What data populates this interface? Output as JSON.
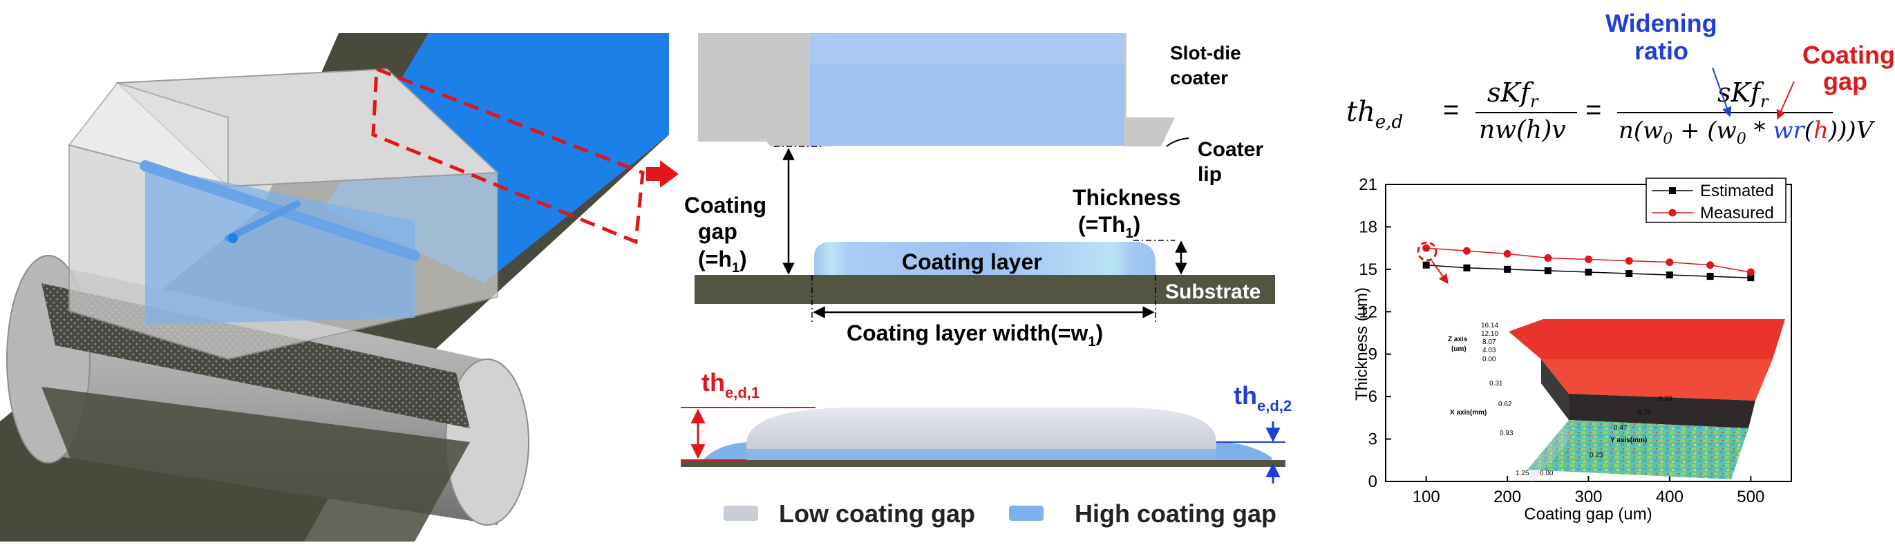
{
  "schematic": {
    "slot_die_label": [
      "Slot-die",
      "coater"
    ],
    "coater_lip_label": [
      "Coater",
      "lip"
    ],
    "coating_gap_label": [
      "Coating",
      "gap",
      "(=h",
      "1",
      ")"
    ],
    "thickness_label": [
      "Thickness",
      "(=Th",
      "1",
      ")"
    ],
    "coating_layer_label": "Coating layer",
    "substrate_label": "Substrate",
    "width_label_prefix": "Coating layer width(=w",
    "width_label_sub": "1",
    "width_label_suffix": ")"
  },
  "profile": {
    "th1_main": "th",
    "th1_sub": "e,d,1",
    "th2_main": "th",
    "th2_sub": "e,d,2"
  },
  "legend": {
    "low_label": "Low coating gap",
    "high_label": "High coating gap",
    "low_color": "#c9cdd6",
    "high_color": "#7fb1ea"
  },
  "equation": {
    "lhs": "th",
    "lhs_sub": "e,d",
    "frac1_num": "sKf",
    "frac1_num_sub": "r",
    "frac1_den": "nw(h)v",
    "frac2_num": "sKf",
    "frac2_num_sub": "r",
    "frac2_den_a": "n(w",
    "frac2_den_b": " + (w",
    "frac2_den_c": " * ",
    "frac2_den_wr": "wr",
    "frac2_den_d": "(",
    "frac2_den_h": "h",
    "frac2_den_e": ")))V",
    "sub0": "0",
    "widening_label": [
      "Widening",
      "ratio"
    ],
    "gap_label": [
      "Coating",
      "gap"
    ],
    "widening_color": "#1f3fd6",
    "gap_color": "#e0161b"
  },
  "chart_data": {
    "type": "line",
    "x": [
      100,
      150,
      200,
      250,
      300,
      350,
      400,
      450,
      500
    ],
    "xlabel": "Coating gap (um)",
    "ylabel": "Thickness (um)",
    "xlim": [
      50,
      550
    ],
    "ylim": [
      0,
      21
    ],
    "xticks": [
      100,
      200,
      300,
      400,
      500
    ],
    "yticks": [
      0,
      3,
      6,
      9,
      12,
      15,
      18,
      21
    ],
    "legend_position": "top-right",
    "series": [
      {
        "name": "Estimated",
        "color": "#000000",
        "marker": "square",
        "values": [
          15.3,
          15.1,
          15.0,
          14.9,
          14.8,
          14.7,
          14.6,
          14.5,
          14.4
        ]
      },
      {
        "name": "Measured",
        "color": "#e0161b",
        "marker": "circle",
        "values": [
          16.5,
          16.3,
          16.1,
          15.8,
          15.7,
          15.6,
          15.5,
          15.3,
          14.8
        ]
      }
    ],
    "inset": {
      "z_label": [
        "Z axis",
        "(um)"
      ],
      "z_ticks": [
        "16.14",
        "12.10",
        "8.07",
        "4.03",
        "0.00"
      ],
      "x_label": "X axis(mm)",
      "x_ticks": [
        "0.00",
        "0.31",
        "0.62",
        "0.93",
        "1.25"
      ],
      "y_label": "Y axis(mm)",
      "y_ticks": [
        "0.00",
        "0.23",
        "0.47",
        "0.70",
        "0.93"
      ]
    }
  }
}
